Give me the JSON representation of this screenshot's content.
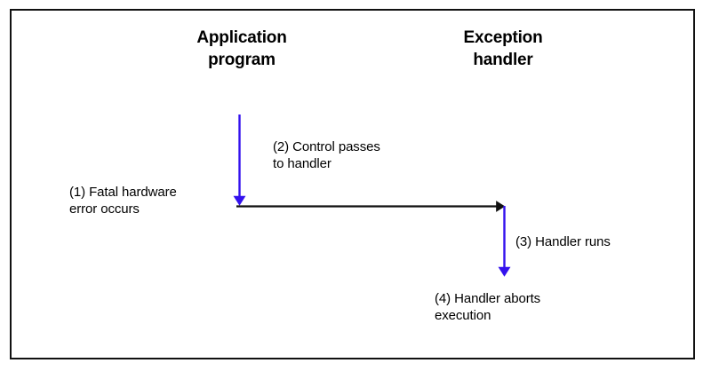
{
  "figure": {
    "columns": [
      {
        "id": "application-program",
        "label": "Application\nprogram"
      },
      {
        "id": "exception-handler",
        "label": "Exception\nhandler"
      }
    ],
    "steps": [
      {
        "id": "step-1",
        "label": "(1) Fatal hardware\nerror occurs"
      },
      {
        "id": "step-2",
        "label": "(2) Control passes\nto handler"
      },
      {
        "id": "step-3",
        "label": "(3) Handler runs"
      },
      {
        "id": "step-4",
        "label": "(4) Handler aborts\nexecution"
      }
    ],
    "arrows": [
      {
        "id": "arrow-app-down",
        "color": "#3311ee",
        "direction": "down"
      },
      {
        "id": "arrow-control-transfer",
        "color": "#111111",
        "direction": "right"
      },
      {
        "id": "arrow-handler-down",
        "color": "#3311ee",
        "direction": "down"
      }
    ],
    "colors": {
      "arrow_blue": "#3311ee",
      "arrow_black": "#111111",
      "border": "#111111",
      "text": "#000000",
      "background": "#ffffff"
    }
  }
}
